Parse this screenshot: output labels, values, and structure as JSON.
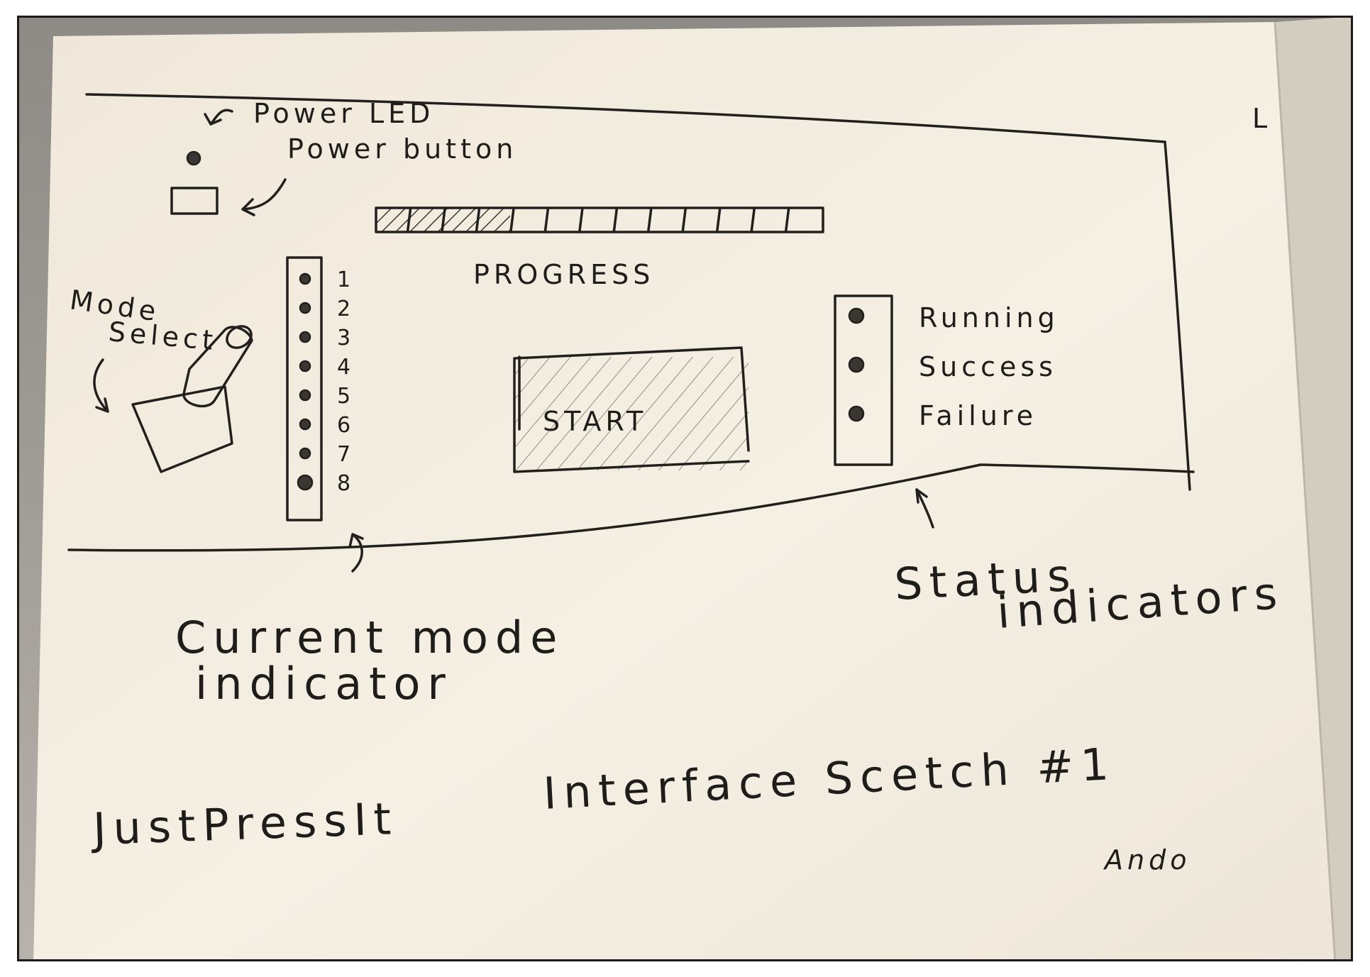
{
  "sketch": {
    "corner_mark": "L",
    "power_led_label": "Power LED",
    "power_button_label": "Power button",
    "mode_select_label_1": "Mode",
    "mode_select_label_2": "Select",
    "mode_numbers": [
      "1",
      "2",
      "3",
      "4",
      "5",
      "6",
      "7",
      "8"
    ],
    "progress_label": "PROGRESS",
    "progress_fraction": 0.3,
    "start_label": "START",
    "status_labels": [
      "Running",
      "Success",
      "Failure"
    ],
    "current_mode_caption_1": "Current mode",
    "current_mode_caption_2": "indicator",
    "status_caption_1": "Status",
    "status_caption_2": "indicators",
    "title_part_1": "JustPressIt",
    "title_part_2": "Interface Scetch #1",
    "signature": "Ando"
  },
  "colors": {
    "paper": "#f2ece0",
    "ink": "#22201d",
    "background": "#9c9892"
  }
}
